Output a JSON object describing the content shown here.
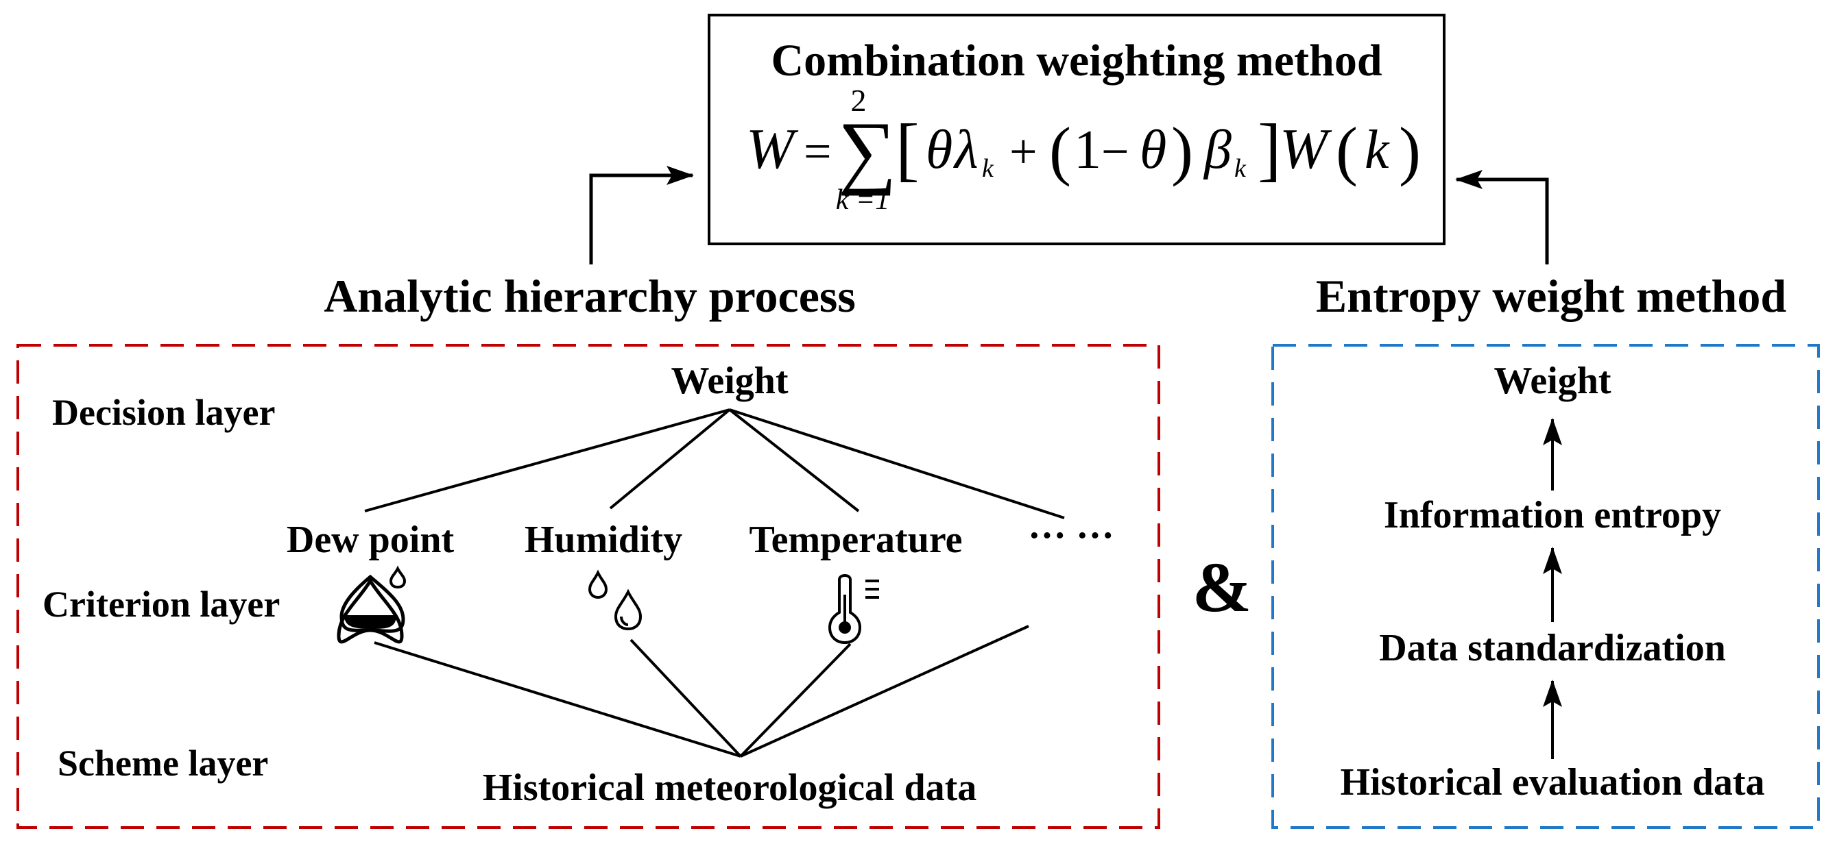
{
  "colors": {
    "combination_title": "#1aa84a",
    "ahp": "#c00000",
    "entropy": "#1f78c8",
    "ink": "#000000"
  },
  "formula_box": {
    "title": "Combination weighting method",
    "formula": {
      "lhs": "W",
      "eq": "=",
      "sum_symbol": "∑",
      "sum_upper": "2",
      "sum_lower": "k =1",
      "lbracket": "[",
      "theta1": "θ",
      "lambda": "λ",
      "sub_k1": "k",
      "plus": "+",
      "lparen1": "(",
      "one": "1",
      "minus": "−",
      "theta2": "θ",
      "rparen1": ")",
      "beta": "β",
      "sub_k2": "k",
      "rbracket": "]",
      "w2": "W",
      "lparen2": "(",
      "k": "k",
      "rparen2": ")"
    }
  },
  "ahp": {
    "title": "Analytic hierarchy process",
    "layers": {
      "decision": "Decision layer",
      "criterion": "Criterion layer",
      "scheme": "Scheme layer"
    },
    "top_node": "Weight",
    "criteria": [
      {
        "label": "Dew point",
        "icon": "dew-point-icon"
      },
      {
        "label": "Humidity",
        "icon": "humidity-icon"
      },
      {
        "label": "Temperature",
        "icon": "thermometer-icon"
      },
      {
        "label": "··· ···",
        "icon": ""
      }
    ],
    "bottom_node": "Historical meteorological data"
  },
  "ampersand": "&",
  "entropy": {
    "title": "Entropy weight method",
    "steps": [
      "Weight",
      "Information entropy",
      "Data standardization",
      "Historical evaluation data"
    ]
  }
}
